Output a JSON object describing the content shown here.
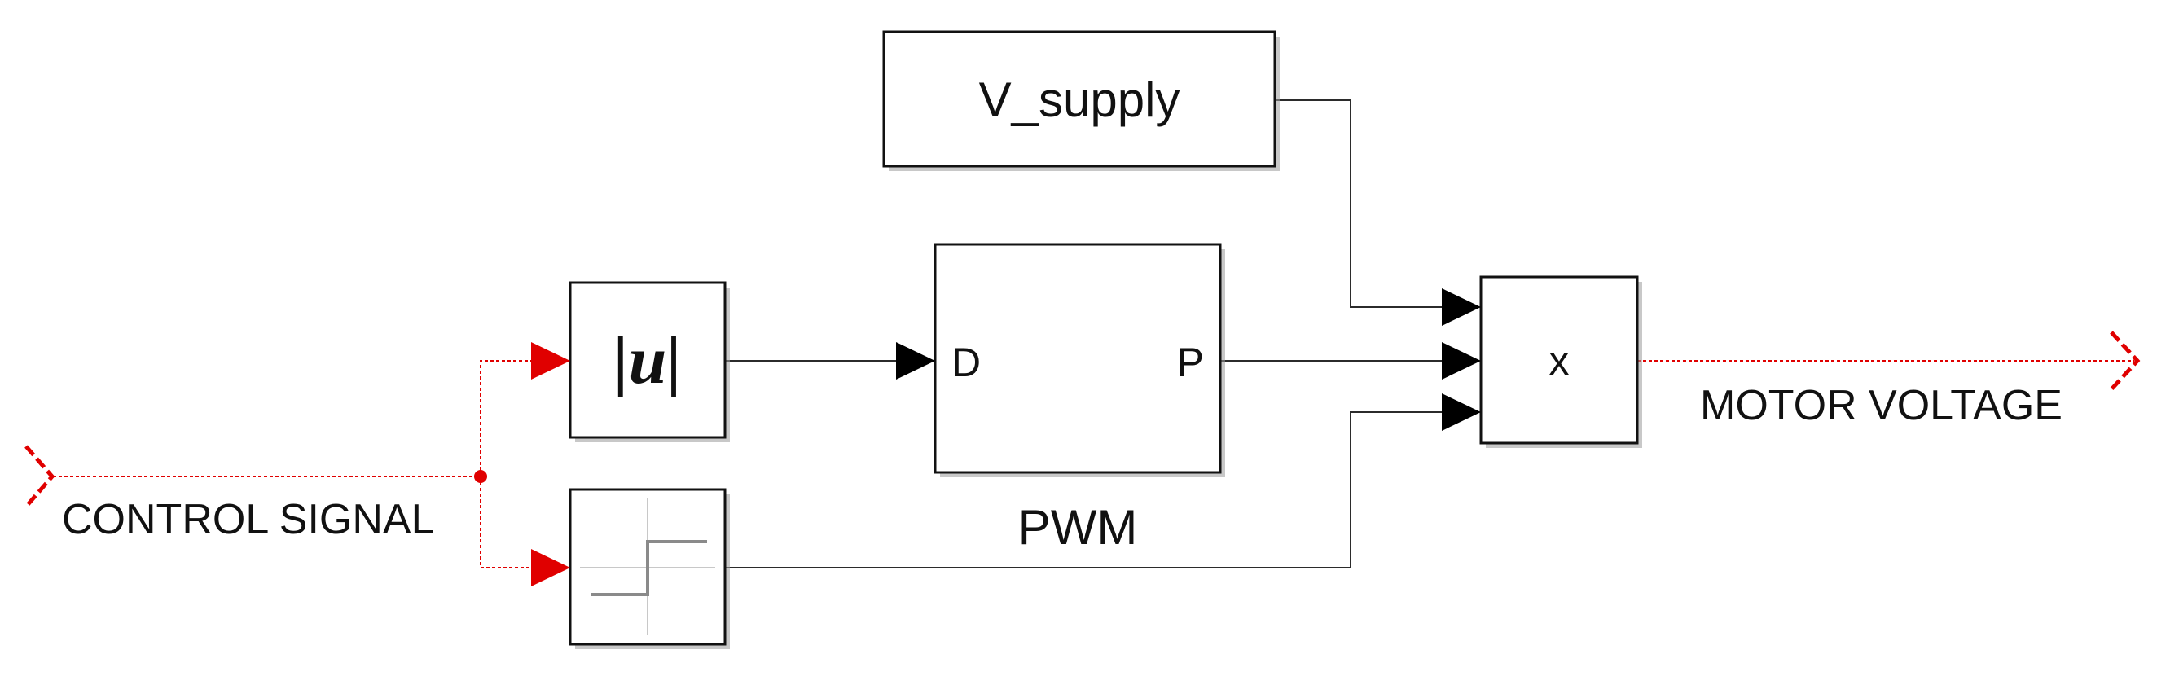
{
  "blocks": {
    "v_supply": {
      "label": "V_supply"
    },
    "abs": {
      "label": "|u|"
    },
    "sign": {
      "icon": "step-relay-icon"
    },
    "pwm": {
      "label": "PWM",
      "input_port": "D",
      "output_port": "P"
    },
    "product": {
      "label": "x"
    }
  },
  "signals": {
    "input": "CONTROL SIGNAL",
    "output": "MOTOR VOLTAGE"
  },
  "colors": {
    "signal_line": "#e00000",
    "wire": "#2b2b2b",
    "block_border": "#111111"
  }
}
